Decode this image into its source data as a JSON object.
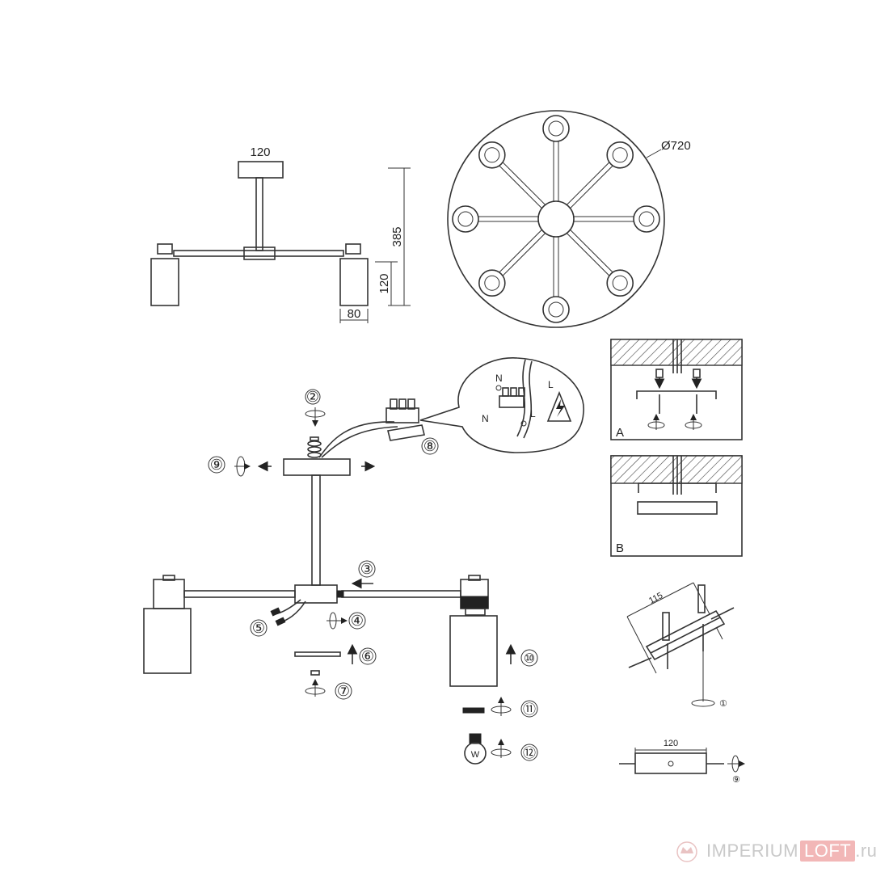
{
  "dimensions": {
    "canopy_width": "120",
    "total_height": "385",
    "shade_height": "120",
    "shade_width": "80",
    "diameter": "Ø720",
    "bracket_spacing": "115",
    "bar_width": "120"
  },
  "wiring": {
    "neutral_top": "N",
    "live_top": "L",
    "neutral_bottom": "N",
    "live_bottom": "L"
  },
  "steps": [
    "②",
    "③",
    "④",
    "⑤",
    "⑥",
    "⑦",
    "⑧",
    "⑨",
    "⑩",
    "⑪",
    "⑫"
  ],
  "panels": {
    "a": "A",
    "b": "B"
  },
  "bracket_steps": {
    "first": "①",
    "ninth": "⑨"
  },
  "bulb_letter": "W",
  "watermark": {
    "imperium": "IMPERIUM",
    "loft": "LOFT",
    "tld": ".ru"
  },
  "colors": {
    "line": "#333333",
    "watermark": "#c9c9c9",
    "watermark_accent": "#f2b7b7"
  }
}
